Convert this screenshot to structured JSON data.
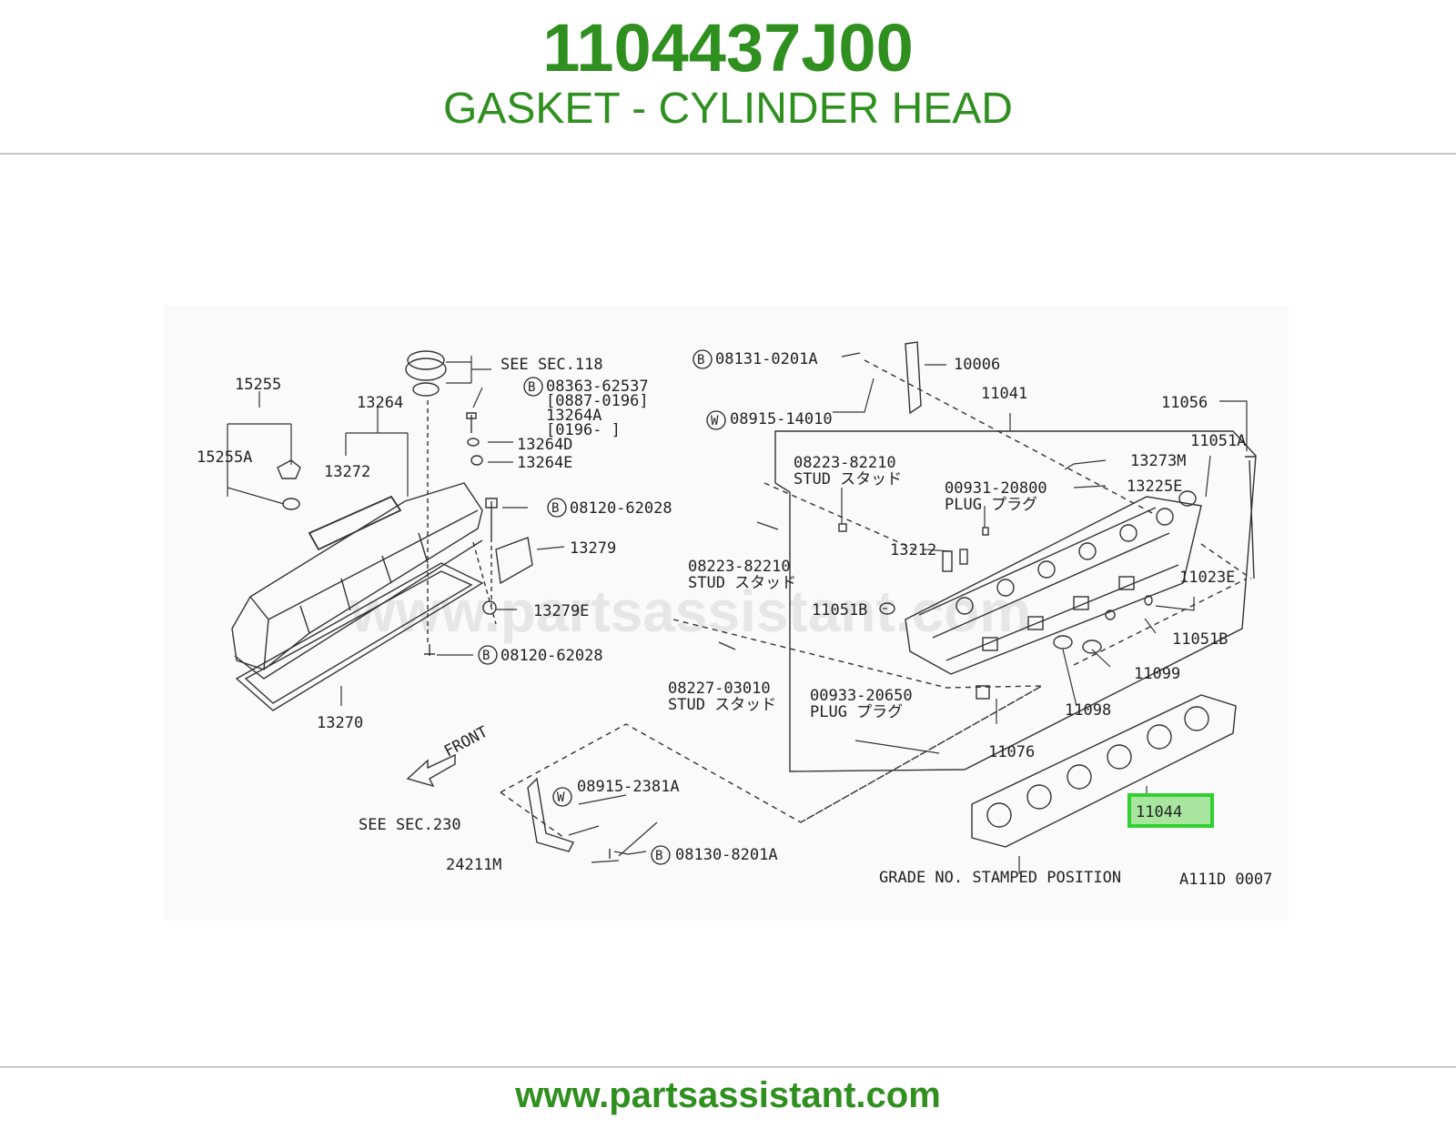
{
  "header": {
    "part_number": "1104437J00",
    "part_name": "GASKET - CYLINDER HEAD"
  },
  "diagram": {
    "watermark": "www.partsassistant.com",
    "labels": {
      "l15255": "15255",
      "l15255A": "15255A",
      "l13264": "13264",
      "l13272": "13272",
      "seesec118": "SEE SEC.118",
      "b08363a": "08363-62537",
      "b08363b": "[0887-0196]",
      "b08363c": "13264A",
      "b08363d": "[0196-     ]",
      "l13264D": "13264D",
      "l13264E": "13264E",
      "b08120a": "08120-62028",
      "l13279": "13279",
      "l13279E": "13279E",
      "b08120b": "08120-62028",
      "l13270": "13270",
      "front": "FRONT",
      "b08131": "08131-0201A",
      "l10006": "10006",
      "w08915a": "08915-14010",
      "l11041": "11041",
      "l11056": "11056",
      "l11051A": "11051A",
      "stud1a": "08223-82210",
      "stud1b": "STUD スタッド",
      "l13273M": "13273M",
      "plug1a": "00931-20800",
      "plug1b": "PLUG プラグ",
      "l13225E": "13225E",
      "l13212": "13212",
      "stud2a": "08223-82210",
      "stud2b": "STUD スタッド",
      "l11023E": "11023E",
      "l11051Bl": "11051B",
      "l11051Br": "11051B",
      "l11099": "11099",
      "stud3a": "08227-03010",
      "stud3b": "STUD スタッド",
      "plug2a": "00933-20650",
      "plug2b": "PLUG プラグ",
      "l11098": "11098",
      "l11076": "11076",
      "w08915b": "08915-2381A",
      "seesec230": "SEE SEC.230",
      "l24211M": "24211M",
      "b08130": "08130-8201A",
      "l11044": "11044",
      "grade": "GRADE NO. STAMPED POSITION",
      "figcode": "A111D 0007",
      "circB": "B",
      "circW": "W"
    }
  },
  "colors": {
    "brand_green": "#2f8f1f",
    "highlight_green": "#2fd02f",
    "highlight_fill": "#a8e6a0"
  },
  "footer": {
    "url": "www.partsassistant.com"
  }
}
